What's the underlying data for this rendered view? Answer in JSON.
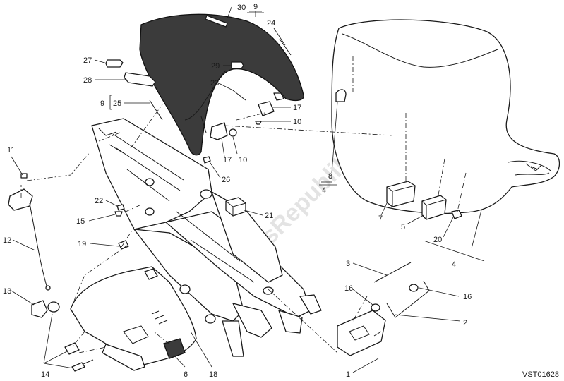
{
  "diagram": {
    "code": "VST01628",
    "watermark": "PartsRepublik",
    "callouts": {
      "c30": "30",
      "c9a": "9",
      "c24": "24",
      "c27": "27",
      "c28": "28",
      "c29": "29",
      "c9b": "9",
      "c25": "25",
      "c23": "23",
      "c17a": "17",
      "c10a": "10",
      "c11": "11",
      "c17b": "17",
      "c10b": "10",
      "c26": "26",
      "c8": "8",
      "c4a": "4",
      "c22": "22",
      "c15": "15",
      "c21": "21",
      "c7": "7",
      "c5": "5",
      "c20": "20",
      "c4b": "4",
      "c12": "12",
      "c19": "19",
      "c3": "3",
      "c13": "13",
      "c16a": "16",
      "c16b": "16",
      "c2": "2",
      "c14": "14",
      "c6": "6",
      "c18": "18",
      "c1": "1"
    }
  }
}
